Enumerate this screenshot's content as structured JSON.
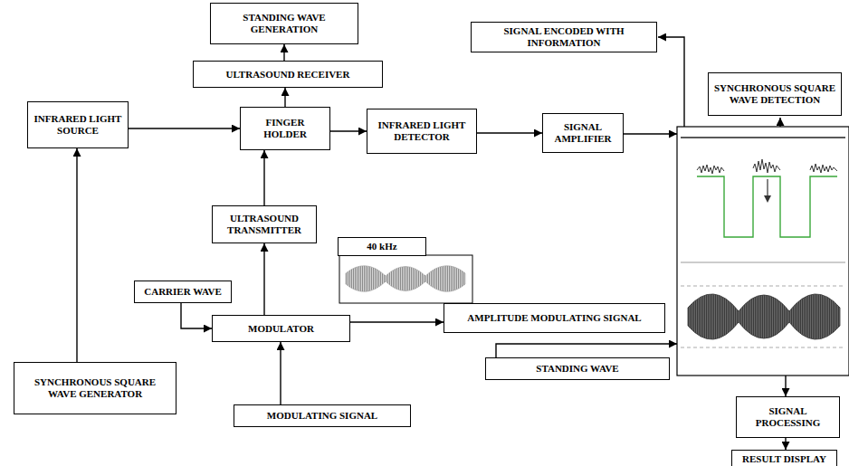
{
  "diagram": {
    "nodes": [
      {
        "text": [
          "STANDING WAVE GENERATION"
        ]
      },
      {
        "text": [
          "SIGNAL ENCODED WITH INFORMATION"
        ]
      },
      {
        "text": [
          "ULTRASOUND RECEIVER"
        ]
      },
      {
        "text": [
          "SYNCHRONOUS SQUARE WAVE DETECTION"
        ]
      },
      {
        "text": [
          "INFRARED LIGHT SOURCE"
        ]
      },
      {
        "text": [
          "FINGER HOLDER"
        ]
      },
      {
        "text": [
          "INFRARED LIGHT DETECTOR"
        ]
      },
      {
        "text": [
          "SIGNAL AMPLIFIER"
        ]
      },
      {
        "text": [
          "ULTRASOUND TRANSMITTER"
        ]
      },
      {
        "text": [
          "40 kHz"
        ]
      },
      {
        "text": [
          "AMPLITUDE MODULATING SIGNAL"
        ]
      },
      {
        "text": [
          "CARRIER WAVE"
        ]
      },
      {
        "text": [
          "MODULATOR"
        ]
      },
      {
        "text": [
          "STANDING WAVE"
        ]
      },
      {
        "text": [
          "SYNCHRONOUS SQUARE WAVE GENERATOR"
        ]
      },
      {
        "text": [
          "MODULATING SIGNAL"
        ]
      },
      {
        "text": [
          "SIGNAL PROCESSING"
        ]
      },
      {
        "text": [
          "RESULT DISPLAY"
        ]
      }
    ],
    "edges": [
      {
        "from": 2,
        "to": 0,
        "arrow": "to"
      },
      {
        "from": 5,
        "to": 2,
        "arrow": "to"
      },
      {
        "from": 4,
        "to": 5,
        "arrow": "to"
      },
      {
        "from": 5,
        "to": 6,
        "arrow": "to"
      },
      {
        "from": 6,
        "to": 7,
        "arrow": "to"
      },
      {
        "from": 8,
        "to": 5,
        "arrow": "to"
      },
      {
        "from": 12,
        "to": 8,
        "arrow": "to"
      },
      {
        "from": 12,
        "to": 10,
        "arrow": "to"
      },
      {
        "from": 11,
        "to": 12,
        "arrow": "to"
      },
      {
        "from": 15,
        "to": 12,
        "arrow": "to"
      },
      {
        "from": 14,
        "to": 4,
        "arrow": "to"
      },
      {
        "from": 16,
        "to": 17,
        "arrow": "to"
      }
    ]
  }
}
